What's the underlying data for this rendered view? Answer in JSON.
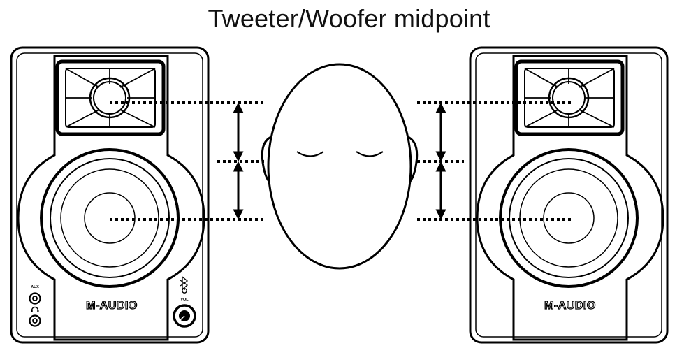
{
  "title": "Tweeter/Woofer midpoint",
  "speakers": {
    "left": {
      "brand": "M-AUDIO",
      "aux_label": "AUX",
      "vol_label": "VOL"
    },
    "right": {
      "brand": "M-AUDIO"
    }
  },
  "icons": {
    "headphone": "headphone-icon",
    "bluetooth": "bluetooth-icon",
    "power": "power-icon",
    "head": "listener-head-icon"
  },
  "colors": {
    "ink": "#000000",
    "background": "#ffffff"
  }
}
